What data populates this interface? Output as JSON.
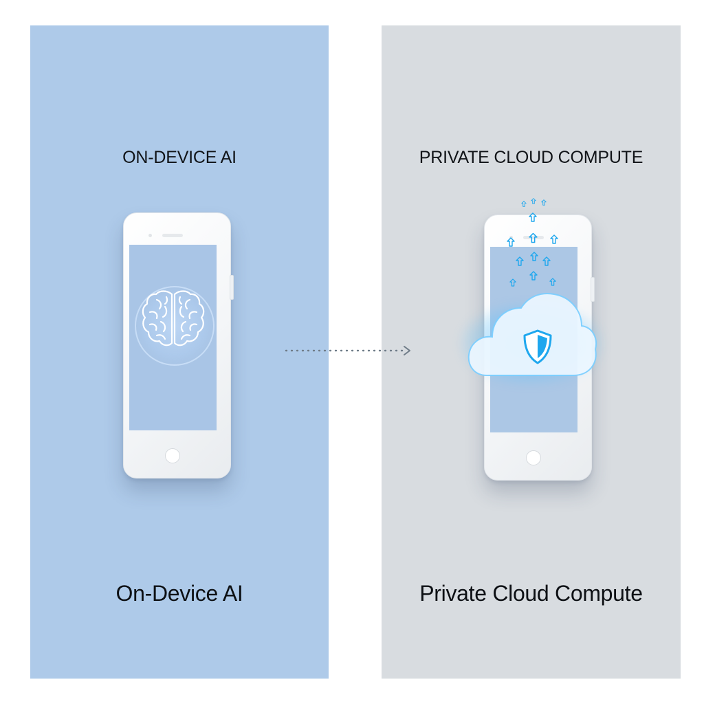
{
  "left_panel": {
    "heading": "ON-DEVICE AI",
    "caption": "On-Device AI"
  },
  "right_panel": {
    "heading": "PRIVATE CLOUD COMPUTE",
    "caption": "Private Cloud Compute"
  },
  "icons": {
    "left_phone_screen": "brain-icon",
    "right_phone_overlay": "cloud-icon",
    "cloud_badge": "shield-icon",
    "upload_particles": "arrow-up-icon",
    "connector": "dotted-arrow-right"
  },
  "colors": {
    "left_panel_bg": "#aecae9",
    "right_panel_bg": "#d8dce0",
    "accent_blue": "#1ea7ee",
    "text_dark": "#111418"
  }
}
